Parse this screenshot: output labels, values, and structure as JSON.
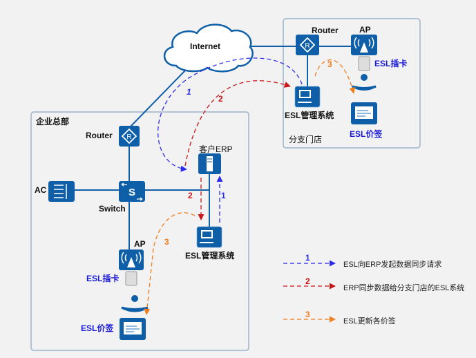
{
  "internet": {
    "label": "Internet"
  },
  "hq": {
    "title": "企业总部",
    "router_label": "Router",
    "switch_label": "Switch",
    "ac_label": "AC",
    "erp_label": "客户ERP",
    "esl_system_label": "ESL管理系统",
    "ap_label": "AP",
    "esl_card_label": "ESL插卡",
    "esl_tag_label": "ESL价签"
  },
  "branch": {
    "title": "分支门店",
    "router_label": "Router",
    "ap_label": "AP",
    "esl_card_label": "ESL插卡",
    "esl_system_label": "ESL管理系统",
    "esl_tag_label": "ESL价签"
  },
  "flows": [
    {
      "num": "1",
      "color": "#2b2bf0",
      "desc": "ESL向ERP发起数据同步请求"
    },
    {
      "num": "2",
      "color": "#c81414",
      "desc": "ERP同步数据给分支门店的ESL系统"
    },
    {
      "num": "3",
      "color": "#f07d1e",
      "desc": "ESL更新各价签"
    }
  ],
  "colors": {
    "device": "#0e5fa8",
    "link": "#0e5fa8",
    "frame": "#9bb3c9"
  }
}
